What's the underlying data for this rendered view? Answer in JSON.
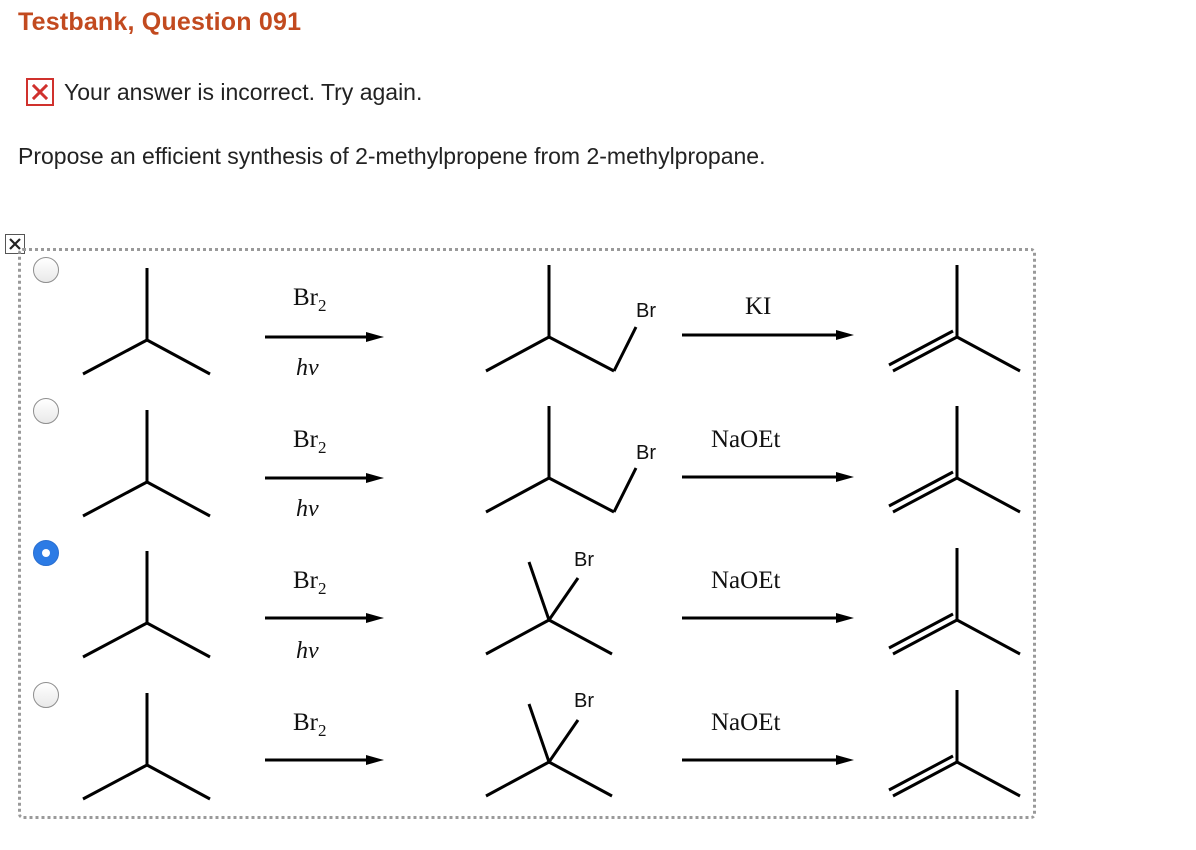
{
  "page": {
    "title": "Testbank, Question 091",
    "feedback": "Your answer is incorrect.  Try again.",
    "prompt": "Propose an efficient synthesis of 2-methylpropene from 2-methylpropane."
  },
  "options": [
    {
      "reagent1": "Br",
      "reagent1_sub": "2",
      "condition1": "hv",
      "product_label": "Br",
      "reagent2": "KI",
      "selected": false
    },
    {
      "reagent1": "Br",
      "reagent1_sub": "2",
      "condition1": "hv",
      "product_label": "Br",
      "reagent2": "NaOEt",
      "selected": false
    },
    {
      "reagent1": "Br",
      "reagent1_sub": "2",
      "condition1": "hv",
      "product_label": "Br",
      "reagent2": "NaOEt",
      "selected": true
    },
    {
      "reagent1": "Br",
      "reagent1_sub": "2",
      "condition1": "",
      "product_label": "Br",
      "reagent2": "NaOEt",
      "selected": false
    }
  ],
  "colors": {
    "title": "#c24a1f",
    "incorrect": "#d0312d",
    "selected_radio": "#2c7be5"
  },
  "icons": {
    "incorrect": "x-icon",
    "answer_mark": "x-icon"
  }
}
